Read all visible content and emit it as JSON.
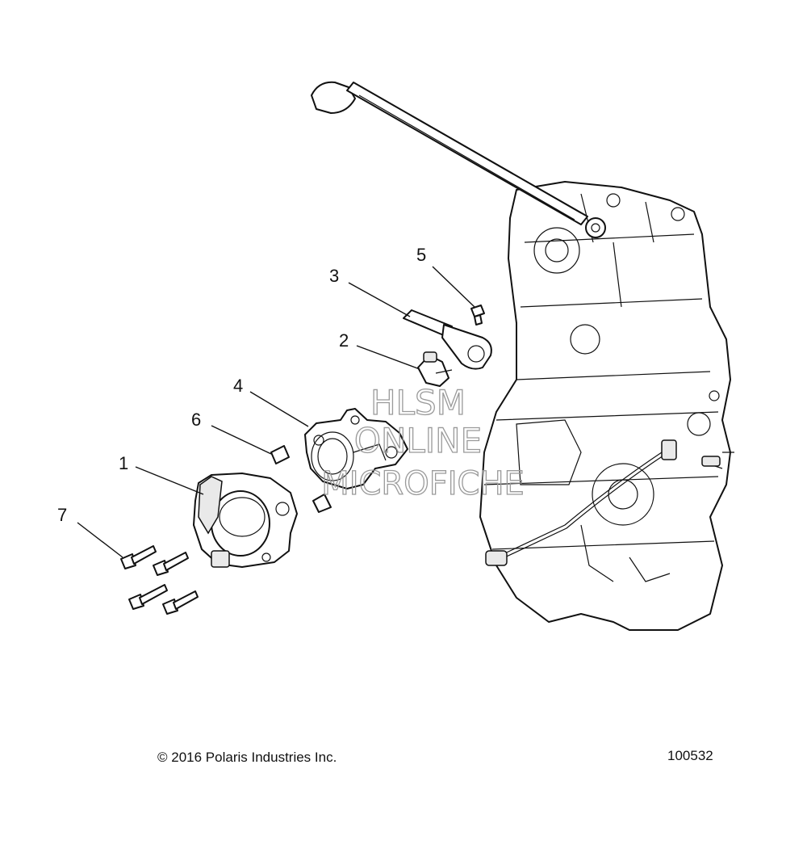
{
  "callouts": [
    {
      "id": "1",
      "label": "1"
    },
    {
      "id": "2",
      "label": "2"
    },
    {
      "id": "3",
      "label": "3"
    },
    {
      "id": "4",
      "label": "4"
    },
    {
      "id": "5",
      "label": "5"
    },
    {
      "id": "6",
      "label": "6"
    },
    {
      "id": "7",
      "label": "7"
    }
  ],
  "watermark": {
    "line1": "HLSM",
    "line2": "ONLINE",
    "line3": "MICROFICHE"
  },
  "footer": {
    "copyright": "© 2016 Polaris Industries Inc.",
    "figure_number": "100532"
  }
}
